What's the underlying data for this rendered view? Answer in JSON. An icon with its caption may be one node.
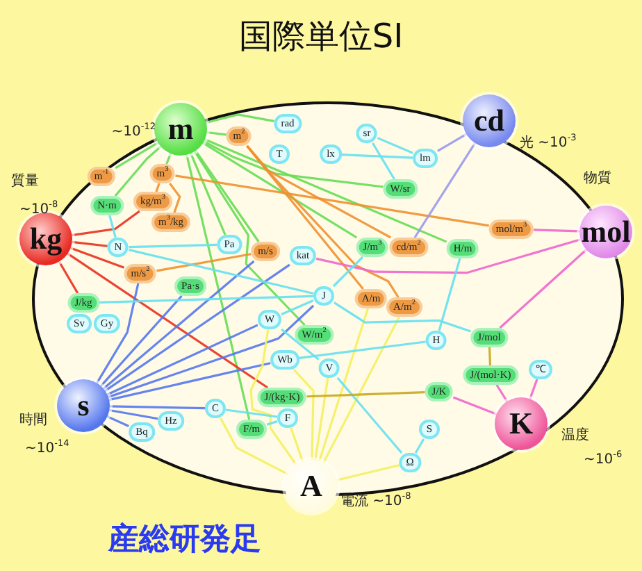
{
  "diagram": {
    "title": "国際単位SI",
    "nodes": [
      {
        "text": [
          "m"
        ],
        "beside": [
          "~10$^{-12}$"
        ]
      },
      {
        "text": [
          "cd"
        ],
        "beside": [
          "光 ~10$^{-3}$"
        ]
      },
      {
        "text": [
          "kg"
        ],
        "beside": [
          "質量",
          "~10$^{-8}$"
        ]
      },
      {
        "text": [
          "mol"
        ],
        "beside": [
          "物質"
        ]
      },
      {
        "text": [
          "s"
        ],
        "beside": [
          "時間",
          "~10$^{-14}$"
        ]
      },
      {
        "text": [
          "K"
        ],
        "beside": [
          "温度",
          "~10$^{-6}$"
        ]
      },
      {
        "text": [
          "A"
        ],
        "beside": [
          "電流 ~10$^{-8}$"
        ]
      },
      {
        "text": [
          "rad"
        ]
      },
      {
        "text": [
          "m$^{2}$"
        ]
      },
      {
        "text": [
          "T"
        ]
      },
      {
        "text": [
          "sr"
        ]
      },
      {
        "text": [
          "lx"
        ]
      },
      {
        "text": [
          "lm"
        ]
      },
      {
        "text": [
          "m$^{-1}$"
        ]
      },
      {
        "text": [
          "m$^{3}$"
        ]
      },
      {
        "text": [
          "N·m"
        ]
      },
      {
        "text": [
          "kg/m$^{3}$"
        ]
      },
      {
        "text": [
          "m$^{3}$/kg"
        ]
      },
      {
        "text": [
          "W/sr"
        ]
      },
      {
        "text": [
          "N"
        ]
      },
      {
        "text": [
          "Pa"
        ]
      },
      {
        "text": [
          "m/s"
        ]
      },
      {
        "text": [
          "kat"
        ]
      },
      {
        "text": [
          "J/m$^{3}$"
        ]
      },
      {
        "text": [
          "cd/m$^{2}$"
        ]
      },
      {
        "text": [
          "H/m"
        ]
      },
      {
        "text": [
          "mol/m$^{3}$"
        ]
      },
      {
        "text": [
          "m/s$^{2}$"
        ]
      },
      {
        "text": [
          "Pa·s"
        ]
      },
      {
        "text": [
          "J/kg"
        ]
      },
      {
        "text": [
          "Sv"
        ]
      },
      {
        "text": [
          "Gy"
        ]
      },
      {
        "text": [
          "J"
        ]
      },
      {
        "text": [
          "A/m"
        ]
      },
      {
        "text": [
          "A/m$^{2}$"
        ]
      },
      {
        "text": [
          "W"
        ]
      },
      {
        "text": [
          "W/m$^{2}$"
        ]
      },
      {
        "text": [
          "H"
        ]
      },
      {
        "text": [
          "J/mol"
        ]
      },
      {
        "text": [
          "Wb"
        ]
      },
      {
        "text": [
          "V"
        ]
      },
      {
        "text": [
          "J/(mol·K)"
        ]
      },
      {
        "text": [
          "℃"
        ]
      },
      {
        "text": [
          "J/(kg·K)"
        ]
      },
      {
        "text": [
          "J/K"
        ]
      },
      {
        "text": [
          "C"
        ]
      },
      {
        "text": [
          "F"
        ]
      },
      {
        "text": [
          "F/m"
        ]
      },
      {
        "text": [
          "Hz"
        ]
      },
      {
        "text": [
          "Bq"
        ]
      },
      {
        "text": [
          "S"
        ]
      },
      {
        "text": [
          "Ω"
        ]
      }
    ],
    "edges": [
      {
        "from": 0,
        "to": 7,
        "arrow": "none",
        "color": "#66dd55"
      },
      {
        "from": 0,
        "to": 8,
        "arrow": "none",
        "color": "#66dd55"
      },
      {
        "from": 0,
        "to": 13,
        "arrow": "none",
        "color": "#66dd55"
      },
      {
        "from": 0,
        "to": 14,
        "arrow": "none",
        "color": "#66dd55"
      },
      {
        "from": 0,
        "to": 15,
        "arrow": "none",
        "color": "#66dd55"
      },
      {
        "from": 0,
        "to": 20,
        "arrow": "none",
        "color": "#66dd55"
      },
      {
        "from": 0,
        "to": 21,
        "arrow": "none",
        "color": "#66dd55"
      },
      {
        "from": 0,
        "to": 36,
        "arrow": "none",
        "color": "#66dd55"
      },
      {
        "from": 0,
        "to": 47,
        "arrow": "none",
        "color": "#66dd55"
      },
      {
        "from": 0,
        "to": 23,
        "arrow": "none",
        "color": "#66dd55"
      },
      {
        "from": 0,
        "to": 25,
        "arrow": "none",
        "color": "#66dd55"
      },
      {
        "from": 0,
        "to": 18,
        "arrow": "none",
        "color": "#66dd55"
      },
      {
        "from": 8,
        "to": 24,
        "arrow": "none",
        "color": "#f09030"
      },
      {
        "from": 8,
        "to": 34,
        "arrow": "none",
        "color": "#f09030"
      },
      {
        "from": 8,
        "to": 33,
        "arrow": "none",
        "color": "#f09030"
      },
      {
        "from": 14,
        "to": 26,
        "arrow": "none",
        "color": "#f09030"
      },
      {
        "from": 14,
        "to": 16,
        "arrow": "none",
        "color": "#f09030"
      },
      {
        "from": 14,
        "to": 17,
        "arrow": "none",
        "color": "#f09030"
      },
      {
        "from": 21,
        "to": 27,
        "arrow": "none",
        "color": "#f09030"
      },
      {
        "from": 2,
        "to": 16,
        "arrow": "none",
        "color": "#e83020"
      },
      {
        "from": 2,
        "to": 19,
        "arrow": "none",
        "color": "#e83020"
      },
      {
        "from": 2,
        "to": 29,
        "arrow": "none",
        "color": "#e83020"
      },
      {
        "from": 2,
        "to": 43,
        "arrow": "none",
        "color": "#e83020"
      },
      {
        "from": 2,
        "to": 27,
        "arrow": "none",
        "color": "#e83020"
      },
      {
        "from": 4,
        "to": 27,
        "arrow": "none",
        "color": "#5577ee"
      },
      {
        "from": 4,
        "to": 28,
        "arrow": "none",
        "color": "#5577ee"
      },
      {
        "from": 4,
        "to": 21,
        "arrow": "none",
        "color": "#5577ee"
      },
      {
        "from": 4,
        "to": 22,
        "arrow": "none",
        "color": "#5577ee"
      },
      {
        "from": 4,
        "to": 35,
        "arrow": "none",
        "color": "#5577ee"
      },
      {
        "from": 4,
        "to": 39,
        "arrow": "none",
        "color": "#5577ee"
      },
      {
        "from": 4,
        "to": 45,
        "arrow": "none",
        "color": "#5577ee"
      },
      {
        "from": 4,
        "to": 48,
        "arrow": "none",
        "color": "#5577ee"
      },
      {
        "from": 4,
        "to": 49,
        "arrow": "none",
        "color": "#5577ee"
      },
      {
        "from": 4,
        "to": 32,
        "arrow": "none",
        "color": "#5577ee"
      },
      {
        "from": 1,
        "to": 12,
        "arrow": "none",
        "color": "#9999ee"
      },
      {
        "from": 1,
        "to": 24,
        "arrow": "none",
        "color": "#9999ee"
      },
      {
        "from": 3,
        "to": 26,
        "arrow": "none",
        "color": "#ee66cc"
      },
      {
        "from": 3,
        "to": 38,
        "arrow": "none",
        "color": "#ee66cc"
      },
      {
        "from": 3,
        "to": 22,
        "arrow": "none",
        "color": "#ee66cc"
      },
      {
        "from": 5,
        "to": 44,
        "arrow": "none",
        "color": "#ee66cc"
      },
      {
        "from": 5,
        "to": 41,
        "arrow": "none",
        "color": "#ee66cc"
      },
      {
        "from": 5,
        "to": 42,
        "arrow": "none",
        "color": "#ee66cc"
      },
      {
        "from": 6,
        "to": 45,
        "arrow": "none",
        "color": "#f4f060"
      },
      {
        "from": 6,
        "to": 35,
        "arrow": "none",
        "color": "#f4f060"
      },
      {
        "from": 6,
        "to": 40,
        "arrow": "none",
        "color": "#f4f060"
      },
      {
        "from": 6,
        "to": 46,
        "arrow": "none",
        "color": "#f4f060"
      },
      {
        "from": 6,
        "to": 33,
        "arrow": "none",
        "color": "#f4f060"
      },
      {
        "from": 6,
        "to": 34,
        "arrow": "none",
        "color": "#f4f060"
      },
      {
        "from": 6,
        "to": 51,
        "arrow": "none",
        "color": "#f4f060"
      },
      {
        "from": 6,
        "to": 39,
        "arrow": "none",
        "color": "#f4f060"
      },
      {
        "from": 10,
        "to": 12,
        "arrow": "none",
        "color": "#66e0f0"
      },
      {
        "from": 11,
        "to": 12,
        "arrow": "none",
        "color": "#66e0f0"
      },
      {
        "from": 10,
        "to": 18,
        "arrow": "none",
        "color": "#66e0f0"
      },
      {
        "from": 19,
        "to": 20,
        "arrow": "none",
        "color": "#66e0f0"
      },
      {
        "from": 19,
        "to": 15,
        "arrow": "none",
        "color": "#66e0f0"
      },
      {
        "from": 19,
        "to": 32,
        "arrow": "none",
        "color": "#66e0f0"
      },
      {
        "from": 32,
        "to": 35,
        "arrow": "none",
        "color": "#66e0f0"
      },
      {
        "from": 35,
        "to": 40,
        "arrow": "none",
        "color": "#66e0f0"
      },
      {
        "from": 40,
        "to": 51,
        "arrow": "none",
        "color": "#66e0f0"
      },
      {
        "from": 51,
        "to": 50,
        "arrow": "none",
        "color": "#66e0f0"
      },
      {
        "from": 45,
        "to": 46,
        "arrow": "none",
        "color": "#66e0f0"
      },
      {
        "from": 46,
        "to": 47,
        "arrow": "none",
        "color": "#66e0f0"
      },
      {
        "from": 29,
        "to": 32,
        "arrow": "none",
        "color": "#66e0f0"
      },
      {
        "from": 37,
        "to": 39,
        "arrow": "none",
        "color": "#66e0f0"
      },
      {
        "from": 37,
        "to": 25,
        "arrow": "none",
        "color": "#66e0f0"
      },
      {
        "from": 32,
        "to": 38,
        "arrow": "none",
        "color": "#66e0f0"
      },
      {
        "from": 32,
        "to": 23,
        "arrow": "none",
        "color": "#66e0f0"
      },
      {
        "from": 38,
        "to": 41,
        "arrow": "none",
        "color": "#c8a820"
      },
      {
        "from": 43,
        "to": 44,
        "arrow": "none",
        "color": "#c8a820"
      }
    ],
    "labels": [
      "産総研発足"
    ]
  }
}
